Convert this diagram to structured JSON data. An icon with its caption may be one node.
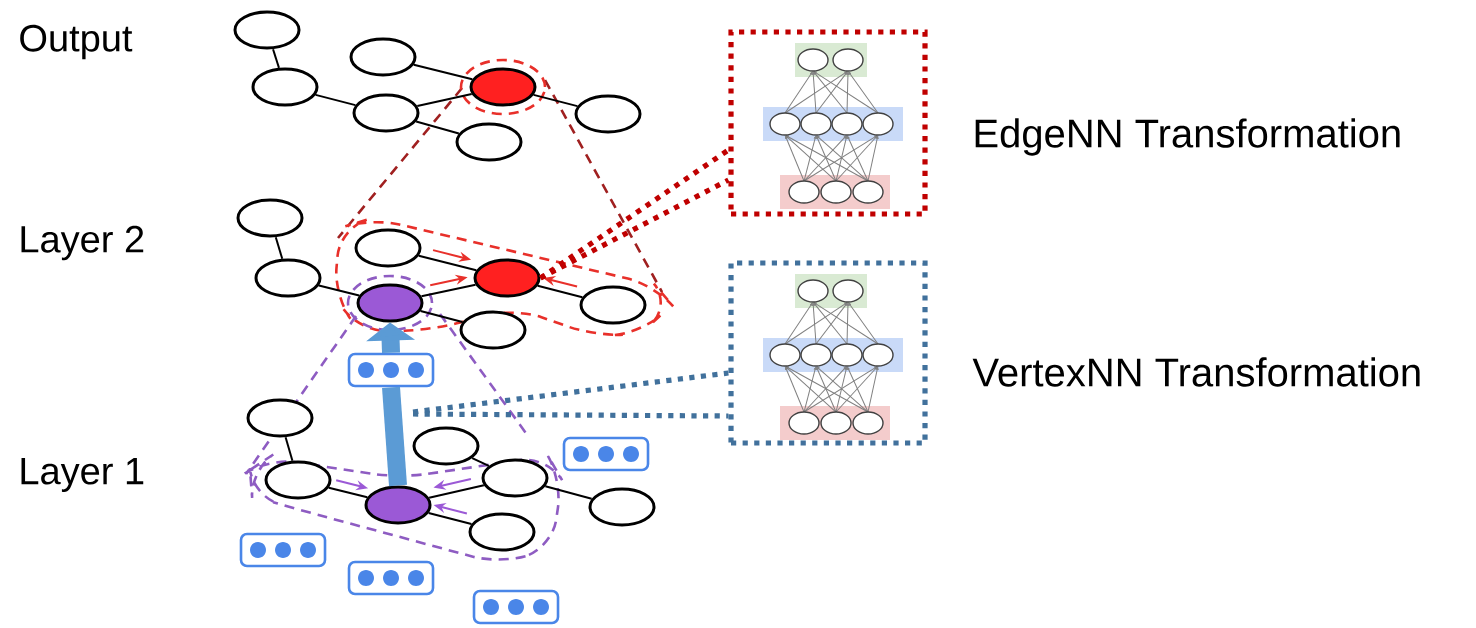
{
  "diagram": {
    "nodes": [
      {
        "text": [],
        "shape": "ellipse"
      },
      {
        "text": [],
        "shape": "ellipse"
      },
      {
        "text": [],
        "shape": "ellipse"
      },
      {
        "text": [],
        "shape": "ellipse"
      },
      {
        "text": [],
        "shape": "ellipse"
      },
      {
        "text": [],
        "shape": "ellipse"
      },
      {
        "text": [],
        "shape": "ellipse"
      },
      {
        "text": [],
        "shape": "ellipse"
      },
      {
        "text": [],
        "shape": "ellipse"
      },
      {
        "text": [],
        "shape": "ellipse"
      },
      {
        "text": [],
        "shape": "ellipse"
      },
      {
        "text": [],
        "shape": "ellipse"
      },
      {
        "text": [],
        "shape": "ellipse"
      },
      {
        "text": [],
        "shape": "ellipse"
      },
      {
        "text": [],
        "shape": "ellipse"
      },
      {
        "text": [],
        "shape": "ellipse"
      },
      {
        "text": [],
        "shape": "ellipse"
      },
      {
        "text": [],
        "shape": "ellipse"
      },
      {
        "text": [],
        "shape": "ellipse"
      },
      {
        "text": [],
        "shape": "ellipse"
      },
      {
        "text": [],
        "shape": "ellipse"
      },
      {
        "text": [],
        "shape": "box",
        "beside": [
          "EdgeNN Transformation"
        ]
      },
      {
        "text": [],
        "shape": "box",
        "beside": [
          "VertexNN Transformation"
        ]
      },
      {
        "text": [],
        "shape": "box"
      }
    ],
    "edges": [
      {
        "from": 0,
        "to": 1,
        "arrow": "none"
      },
      {
        "from": 1,
        "to": 3,
        "arrow": "none"
      },
      {
        "from": 2,
        "to": 4,
        "arrow": "none"
      },
      {
        "from": 3,
        "to": 4,
        "arrow": "none"
      },
      {
        "from": 3,
        "to": 6,
        "arrow": "none"
      },
      {
        "from": 4,
        "to": 5,
        "arrow": "none"
      },
      {
        "from": 7,
        "to": 8,
        "arrow": "none"
      },
      {
        "from": 8,
        "to": 10,
        "arrow": "none"
      },
      {
        "from": 9,
        "to": 11,
        "arrow": "none"
      },
      {
        "from": 10,
        "to": 11,
        "arrow": "none"
      },
      {
        "from": 10,
        "to": 13,
        "arrow": "none"
      },
      {
        "from": 11,
        "to": 12,
        "arrow": "none"
      },
      {
        "from": 14,
        "to": 15,
        "arrow": "none"
      },
      {
        "from": 15,
        "to": 17,
        "arrow": "none"
      },
      {
        "from": 16,
        "to": 18,
        "arrow": "none"
      },
      {
        "from": 17,
        "to": 18,
        "arrow": "none"
      },
      {
        "from": 17,
        "to": 20,
        "arrow": "none"
      },
      {
        "from": 18,
        "to": 19,
        "arrow": "none"
      },
      {
        "from": 9,
        "to": 11,
        "arrow": "to",
        "color": "#e8302a"
      },
      {
        "from": 10,
        "to": 11,
        "arrow": "to",
        "color": "#e8302a"
      },
      {
        "from": 12,
        "to": 11,
        "arrow": "to",
        "color": "#e8302a"
      },
      {
        "from": 15,
        "to": 17,
        "arrow": "to",
        "color": "#9b59d6"
      },
      {
        "from": 18,
        "to": 17,
        "arrow": "to",
        "color": "#9b59d6"
      },
      {
        "from": 20,
        "to": 17,
        "arrow": "to",
        "color": "#9b59d6"
      },
      {
        "from": 17,
        "to": 23,
        "arrow": "none",
        "style": "thick",
        "color": "#5b9bd5"
      },
      {
        "from": 11,
        "to": 21,
        "arrow": "none",
        "style": "dashed",
        "color": "#c00000"
      },
      {
        "from": null,
        "to": 22,
        "arrow": "none",
        "style": "dashed",
        "color": "#41719c"
      },
      {
        "from": 11,
        "to": 21,
        "arrow": "none",
        "style": "dashed",
        "color": "#c00000"
      },
      {
        "from": null,
        "to": 22,
        "arrow": "none",
        "style": "dashed",
        "color": "#41719c"
      },
      {
        "from": 23,
        "to": 10,
        "arrow": "to",
        "style": "thick",
        "color": "#5b9bd5"
      }
    ],
    "labels": [
      "Output",
      "Layer 2",
      "Layer 1"
    ]
  }
}
